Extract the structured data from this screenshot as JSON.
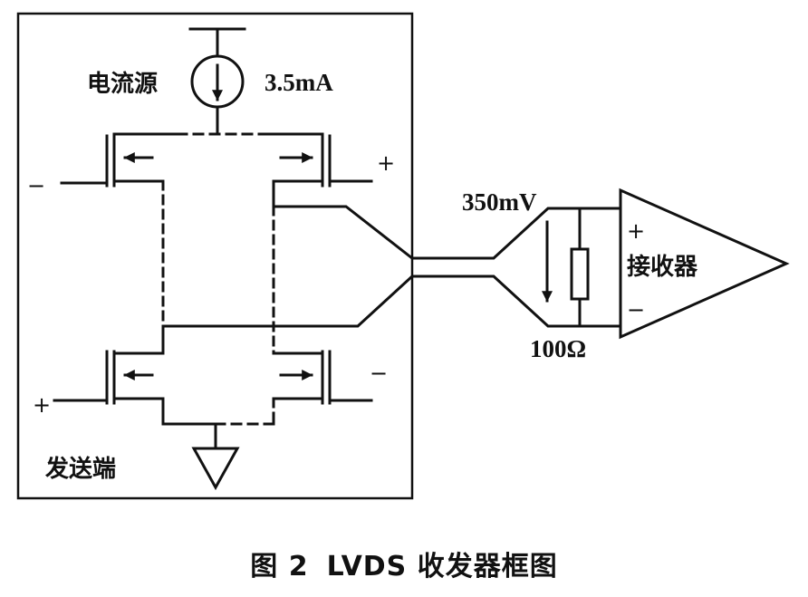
{
  "diagram": {
    "transmitter": {
      "current_source_label": "电流源",
      "current_value": "3.5mA",
      "label": "发送端",
      "signs": {
        "left_top": "−",
        "right_top": "+",
        "left_bottom": "+",
        "right_bottom": "−"
      }
    },
    "link": {
      "voltage_label": "350mV",
      "resistor_label": "100Ω"
    },
    "receiver": {
      "label": "接收器",
      "plus": "+",
      "minus": "−"
    }
  },
  "caption": {
    "figure_number": "图 2",
    "title": "LVDS 收发器框图"
  }
}
